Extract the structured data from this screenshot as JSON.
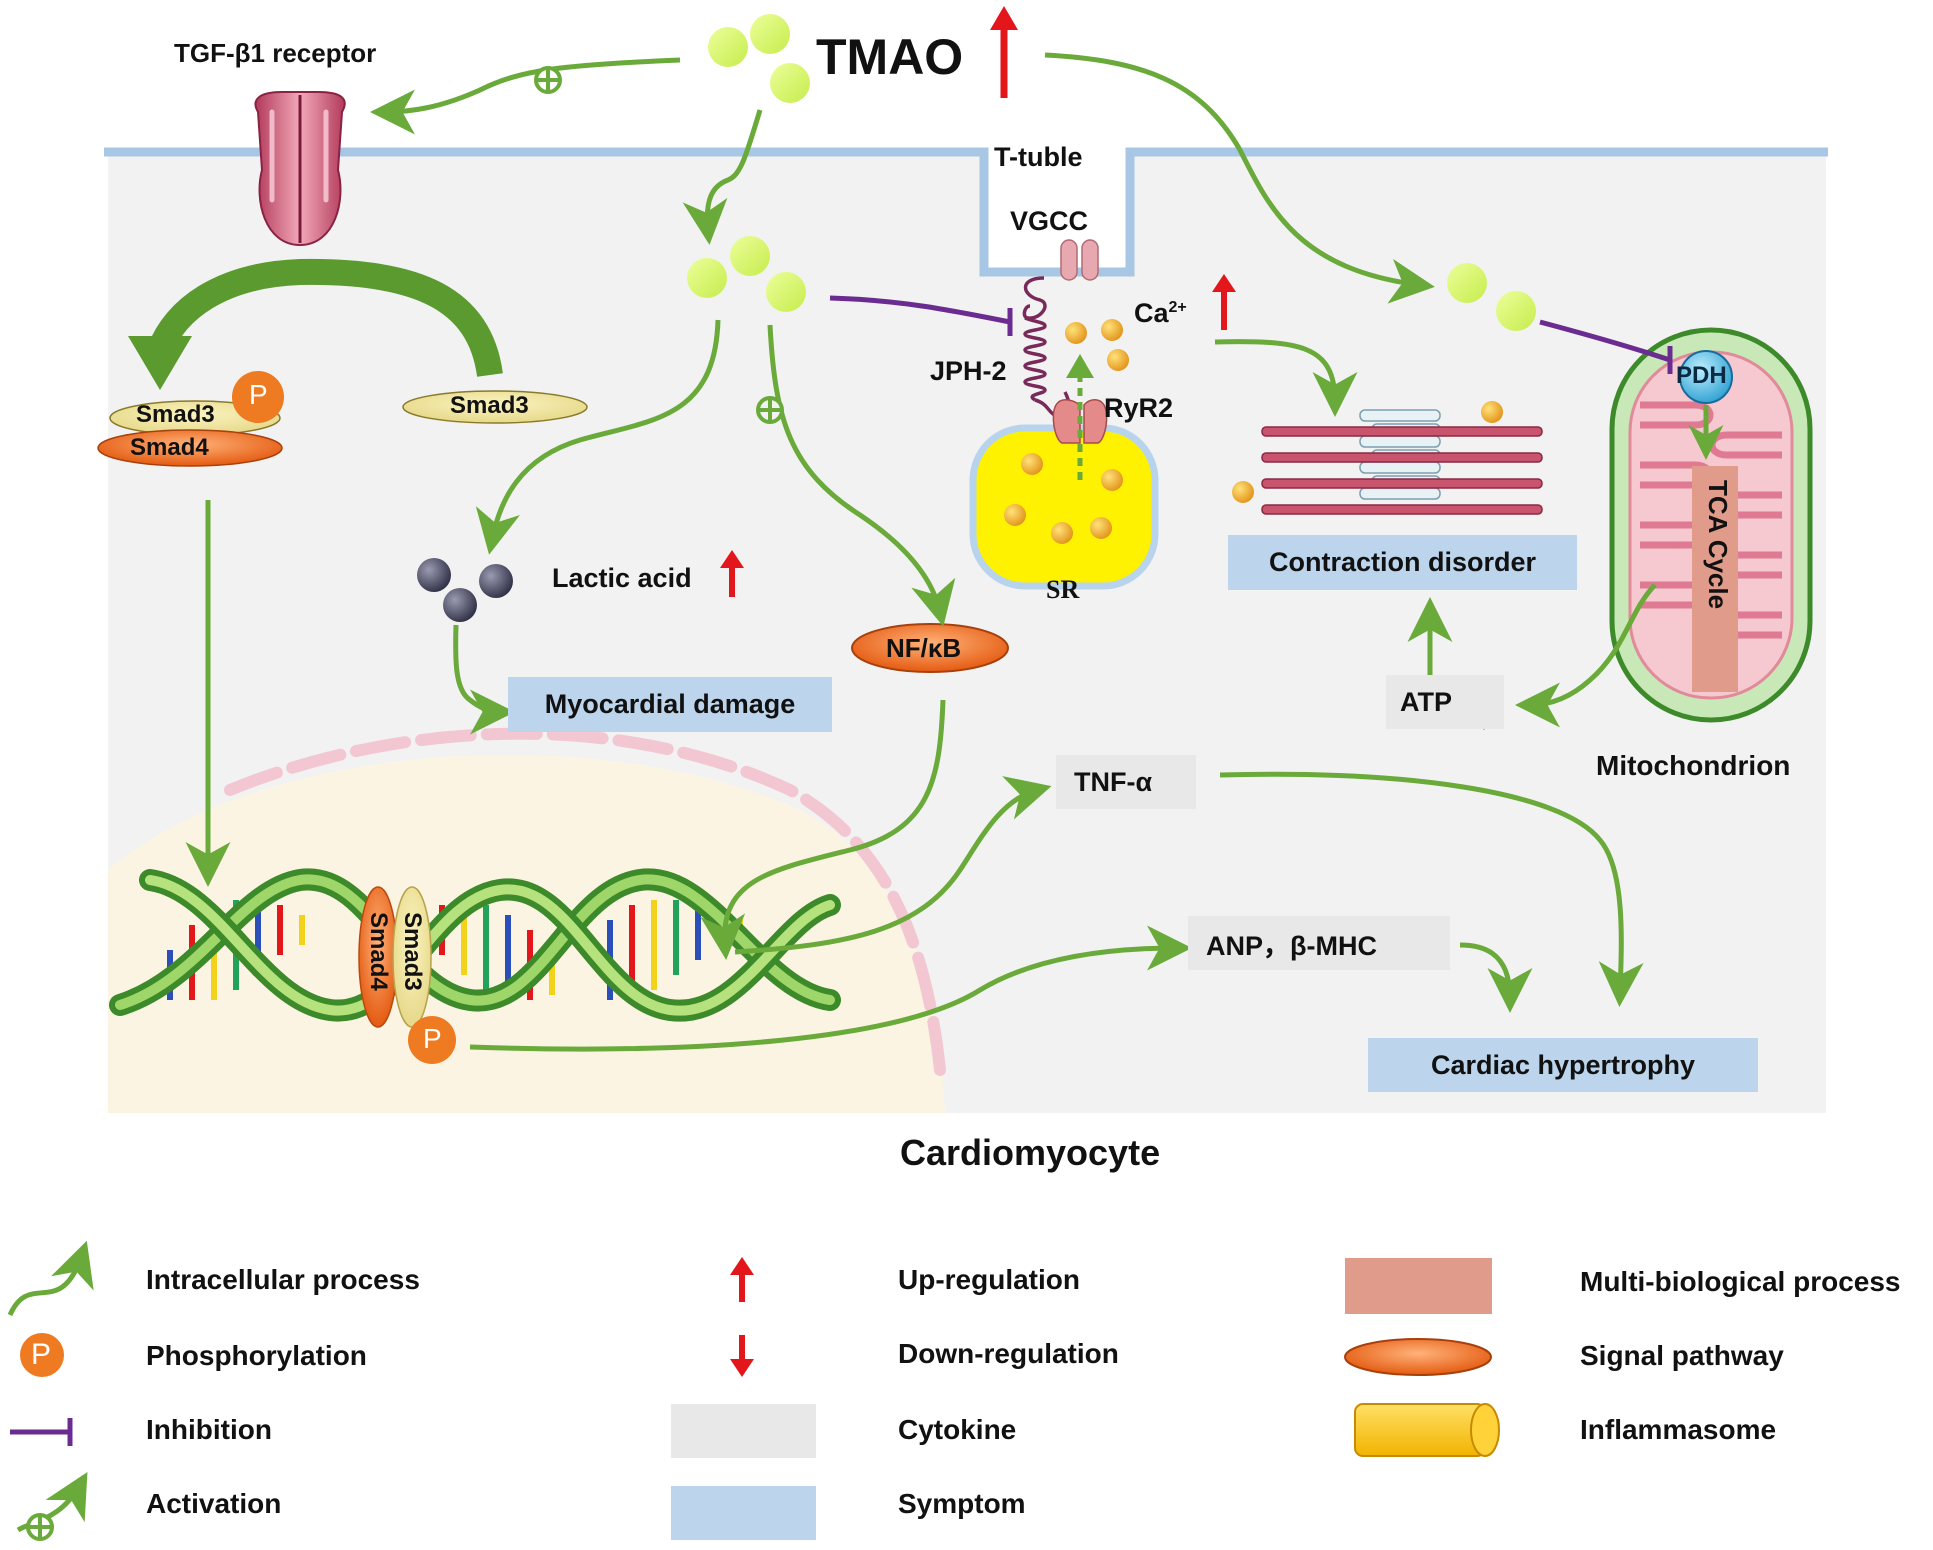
{
  "labels": {
    "tmao": "TMAO",
    "tgf_receptor": "TGF-β1 receptor",
    "t_tuble": "T-tuble",
    "vgcc": "VGCC",
    "ca": "Ca",
    "ca_sup": "2+",
    "jph2": "JPH-2",
    "ryr2": "RyR2",
    "sr": "SR",
    "smad3": "Smad3",
    "smad4": "Smad4",
    "p": "P",
    "lactic_acid": "Lactic acid",
    "nfkb": "NF/κB",
    "pdh": "PDH",
    "tca_cycle": "TCA Cycle",
    "mitochondrion": "Mitochondrion",
    "cardiomyocyte": "Cardiomyocyte"
  },
  "boxes": {
    "myocardial_damage": "Myocardial damage",
    "contraction_disorder": "Contraction disorder",
    "atp": "ATP",
    "tnf": "TNF-α",
    "anp": "ANP，β-MHC",
    "cardiac_hypertrophy": "Cardiac hypertrophy"
  },
  "legend": {
    "intracellular": "Intracellular process",
    "phosphorylation": "Phosphorylation",
    "inhibition": "Inhibition",
    "activation": "Activation",
    "up": "Up-regulation",
    "down": "Down-regulation",
    "cytokine": "Cytokine",
    "symptom": "Symptom",
    "multi": "Multi-biological process",
    "signal": "Signal pathway",
    "inflammasome": "Inflammasome"
  },
  "colors": {
    "arrow_green": "#6aaa3a",
    "inhibit_purple": "#6a2c91",
    "up_red": "#e3161b",
    "tmao_dot": "#d6f56a",
    "symptom_blue": "#bcd5ec",
    "cytokine_grey": "#e8e8e8",
    "cell_bg": "#f2f2f2",
    "nucleus": "#fbf4e3",
    "membrane": "#a7c7e4",
    "signal_orange": "#ee6a1c",
    "multi_pink": "#e09b8a",
    "inflammasome_yellow": "#ffc61a"
  }
}
